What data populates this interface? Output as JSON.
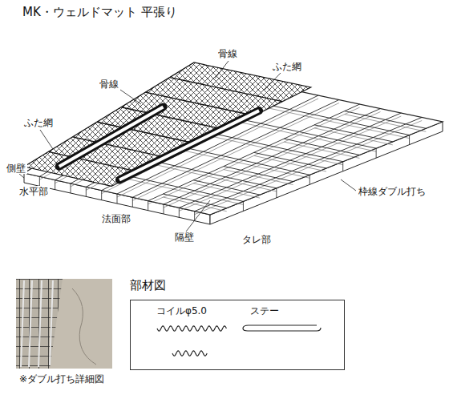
{
  "diagram": {
    "title": "MK・ウェルドマット 平張り",
    "nodes": [
      {
        "text": [
          "部材図",
          "コイルφ5.0",
          "ステー"
        ]
      }
    ],
    "labels": [
      "骨線",
      "ふた網",
      "骨線",
      "ふた網",
      "側壁",
      "水平部",
      "法面部",
      "隔壁",
      "タレ部",
      "枠線ダブル打ち",
      "※ダブル打ち詳細図"
    ]
  }
}
